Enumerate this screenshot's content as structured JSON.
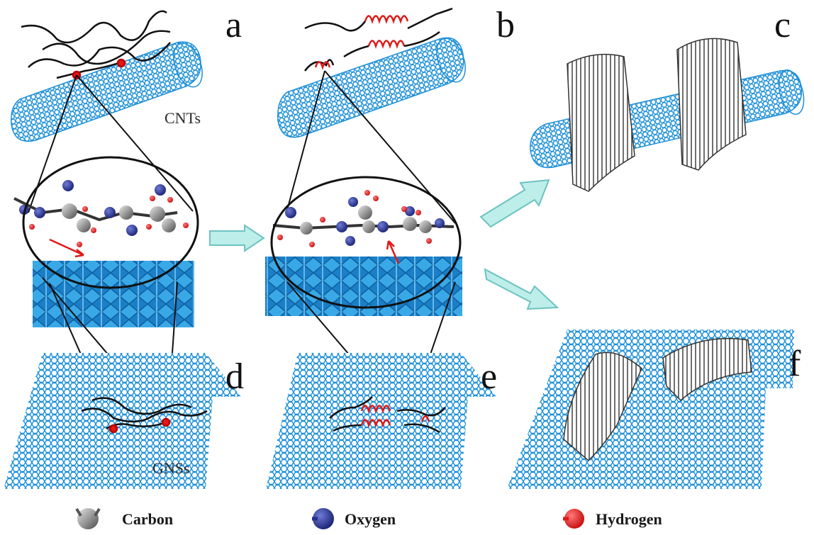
{
  "panels": {
    "a": "a",
    "b": "b",
    "c": "c",
    "d": "d",
    "e": "e",
    "f": "f"
  },
  "labels": {
    "cnts": "CNTs",
    "gnss": "GNSs"
  },
  "legend": [
    {
      "label": "Carbon",
      "icon": "carbon-atom-icon",
      "color": "#8a8a8a"
    },
    {
      "label": "Oxygen",
      "icon": "oxygen-atom-icon",
      "color": "#26308f"
    },
    {
      "label": "Hydrogen",
      "icon": "hydrogen-atom-icon",
      "color": "#e01818"
    }
  ],
  "colors": {
    "nanostructure": "#1e90d8",
    "polymer_chain": "#111111",
    "helix": "#e01818",
    "arrow": "#9bdcd8",
    "carbon": "#8a8a8a",
    "oxygen": "#26308f",
    "hydrogen": "#e01818"
  }
}
